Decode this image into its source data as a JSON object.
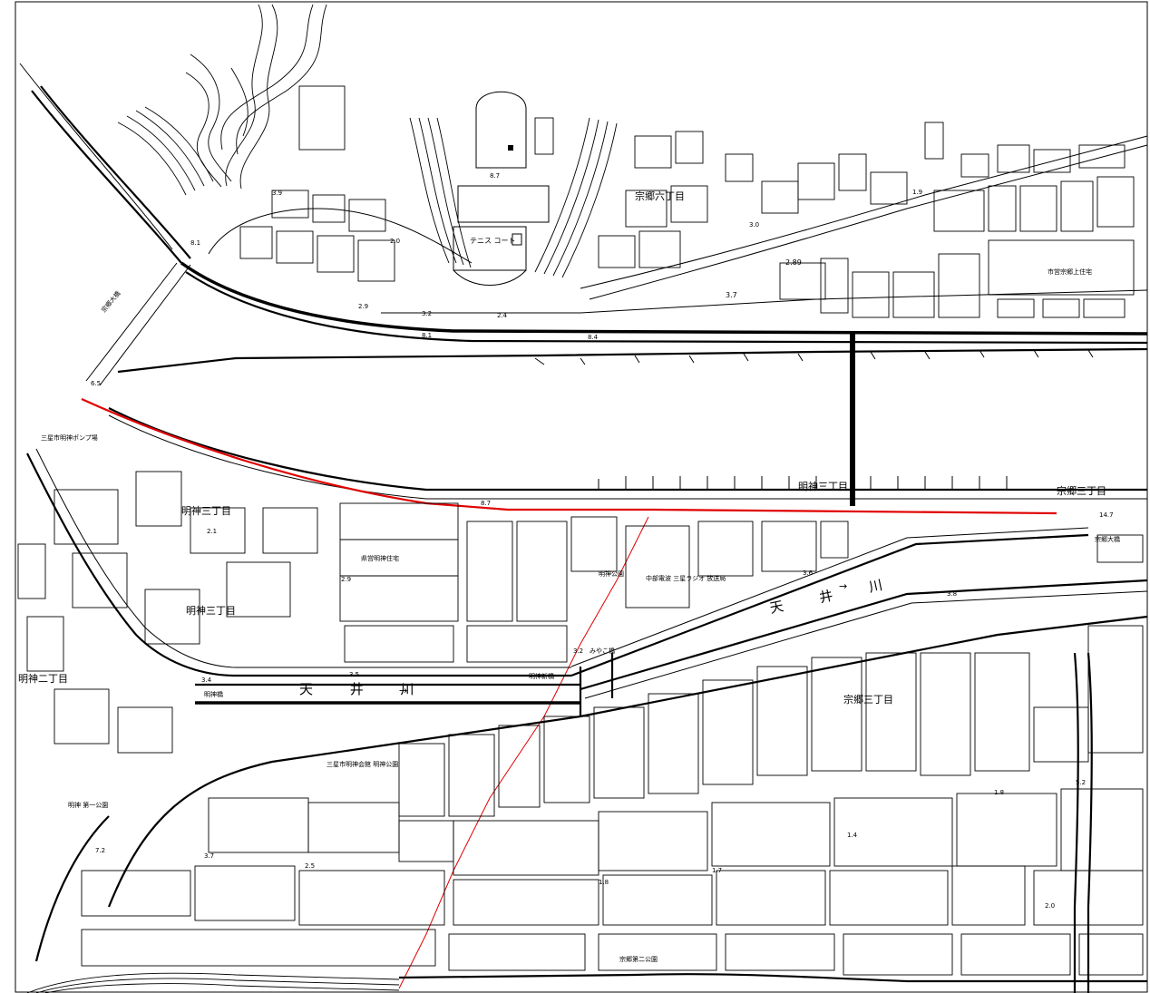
{
  "map": {
    "river_label_upper": "天 井 川",
    "river_label_lower": "天 井 川",
    "flow_arrow": "→",
    "districts": [
      "明神三丁目",
      "明神三丁目",
      "明神二丁目",
      "明神三丁目",
      "宗郷三丁目",
      "宗郷三丁目",
      "宗郷六丁目"
    ],
    "facilities": [
      "テニス コート",
      "三星市明神ポンプ場",
      "明神公園",
      "中部電波 三星ラジオ 放送局",
      "県営明神住宅",
      "三星市明神会館 明神公園",
      "明神 第一公園",
      "宗郷第二公園",
      "市営宗郷上住宅",
      "宗郷大橋",
      "明神橋",
      "明神新橋",
      "宗郷大橋",
      "みやこ橋"
    ],
    "spot_heights": [
      "3.9",
      "2.0",
      "8.1",
      "8.7",
      "6.5",
      "2.9",
      "3.2",
      "2.4",
      "8.1",
      "3.7",
      "2.89",
      "1.9",
      "3.0",
      "8.4",
      "8.7",
      "14.7",
      "3.4",
      "3.5",
      "3.2",
      "2.1",
      "2.9",
      "7.2",
      "3.7",
      "2.5",
      "1.8",
      "1.7",
      "1.4",
      "1.8",
      "5.2",
      "2.0",
      "3.6",
      "3.8"
    ],
    "colors": {
      "line": "#000000",
      "route": "#e00000",
      "background": "#ffffff"
    }
  }
}
